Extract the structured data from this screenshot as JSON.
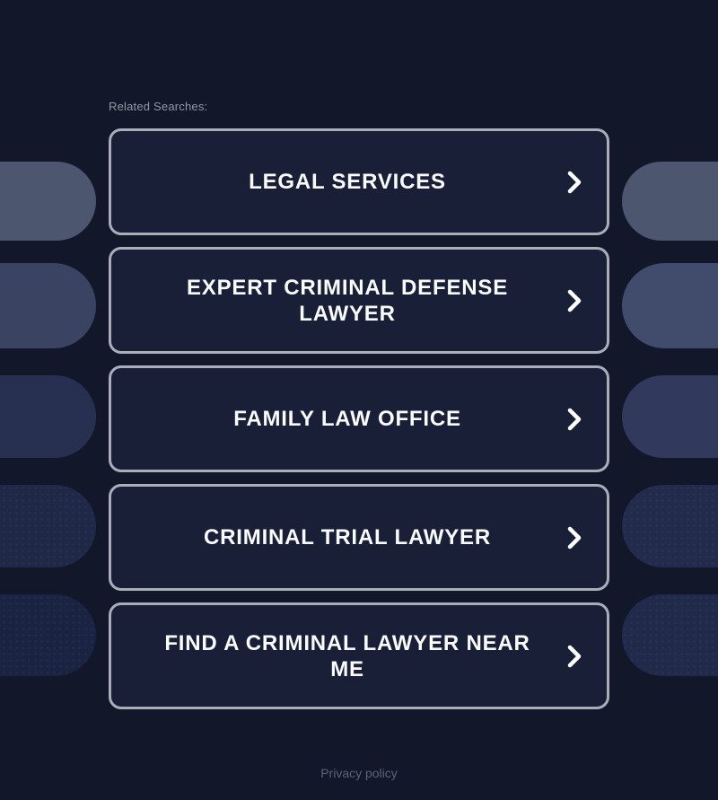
{
  "page": {
    "related_label": "Related Searches:",
    "privacy_label": "Privacy policy"
  },
  "buttons": [
    {
      "label": "LEGAL SERVICES"
    },
    {
      "label": "EXPERT CRIMINAL DEFENSE LAWYER"
    },
    {
      "label": "FAMILY LAW OFFICE"
    },
    {
      "label": "CRIMINAL TRIAL LAWYER"
    },
    {
      "label": "FIND A CRIMINAL LAWYER NEAR ME"
    }
  ],
  "icons": {
    "button_icon": "chevron-right-icon"
  },
  "colors": {
    "page_background": "#121829",
    "button_background": "#181f37",
    "button_border": "#a9aeb9",
    "button_text": "#fafbfc",
    "related_label_text": "#9297a6",
    "privacy_text": "#5a6379",
    "pill_shades_left": [
      "#4c566f",
      "#3a4462",
      "#273050",
      "#1f2847",
      "#1b2342"
    ],
    "pill_shades_right": [
      "#4c566f",
      "#414b6b",
      "#313a5c",
      "#222b4c",
      "#212a4a"
    ]
  }
}
